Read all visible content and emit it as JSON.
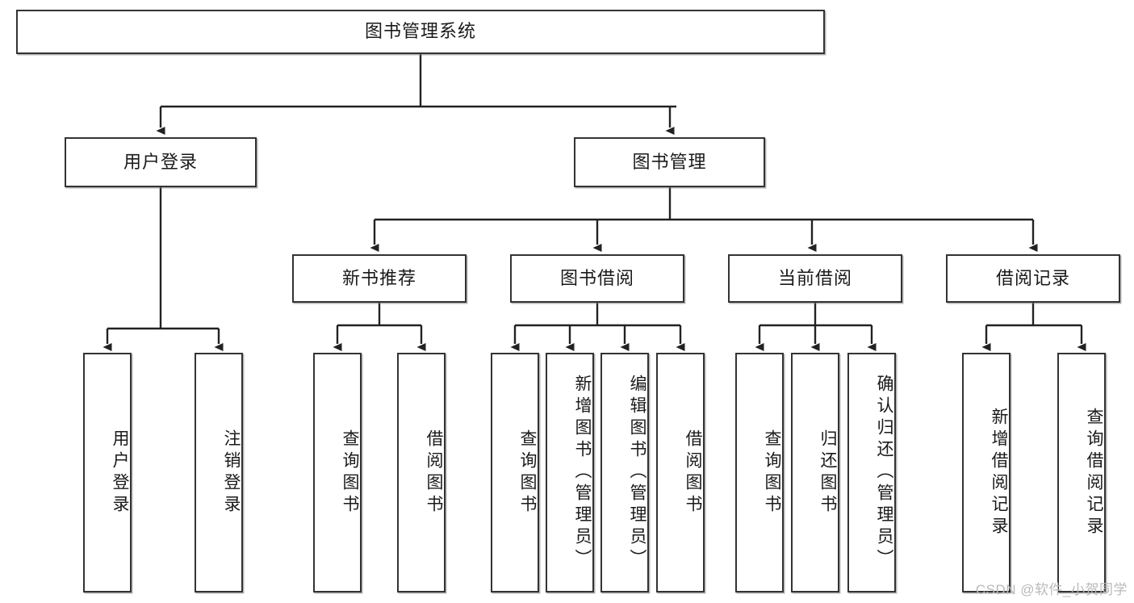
{
  "diagram": {
    "title": "图书管理系统",
    "type": "hierarchy-tree",
    "root": {
      "label": "图书管理系统"
    },
    "level2": [
      {
        "label": "用户登录"
      },
      {
        "label": "图书管理"
      }
    ],
    "level3": [
      {
        "label": "新书推荐"
      },
      {
        "label": "图书借阅"
      },
      {
        "label": "当前借阅"
      },
      {
        "label": "借阅记录"
      }
    ],
    "leaves": [
      {
        "label": "用户登录"
      },
      {
        "label": "注销登录"
      },
      {
        "label": "查询图书"
      },
      {
        "label": "借阅图书"
      },
      {
        "label": "查询图书"
      },
      {
        "label": "新增图书（管理员）"
      },
      {
        "label": "编辑图书（管理员）"
      },
      {
        "label": "借阅图书"
      },
      {
        "label": "查询图书"
      },
      {
        "label": "归还图书"
      },
      {
        "label": "确认归还（管理员）"
      },
      {
        "label": "新增借阅记录"
      },
      {
        "label": "查询借阅记录"
      }
    ],
    "colors": {
      "box_border": "#333333",
      "box_fill": "#ffffff",
      "edge": "#222222",
      "text": "#1a1a1a",
      "watermark": "#b9b9b9"
    }
  },
  "watermark": {
    "text": "CSDN @软件_小贺同学"
  }
}
